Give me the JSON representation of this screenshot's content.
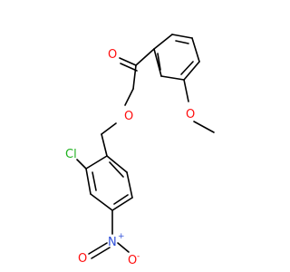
{
  "structure": {
    "atom_labels": {
      "carbonyl_oxygen": "O",
      "ester_oxygen": "O",
      "methoxy_oxygen": "O",
      "chlorine": "Cl",
      "nitro_nitrogen": "N",
      "nitro_oxygen_top": "O",
      "nitro_oxygen_bottom": "O"
    },
    "charges": {
      "nitrogen_plus": "+",
      "oxygen_minus": "-"
    },
    "colors": {
      "oxygen": "#ff0d0d",
      "chlorine": "#1fb21f",
      "nitrogen": "#2f4fd8",
      "bond": "#000000"
    }
  }
}
